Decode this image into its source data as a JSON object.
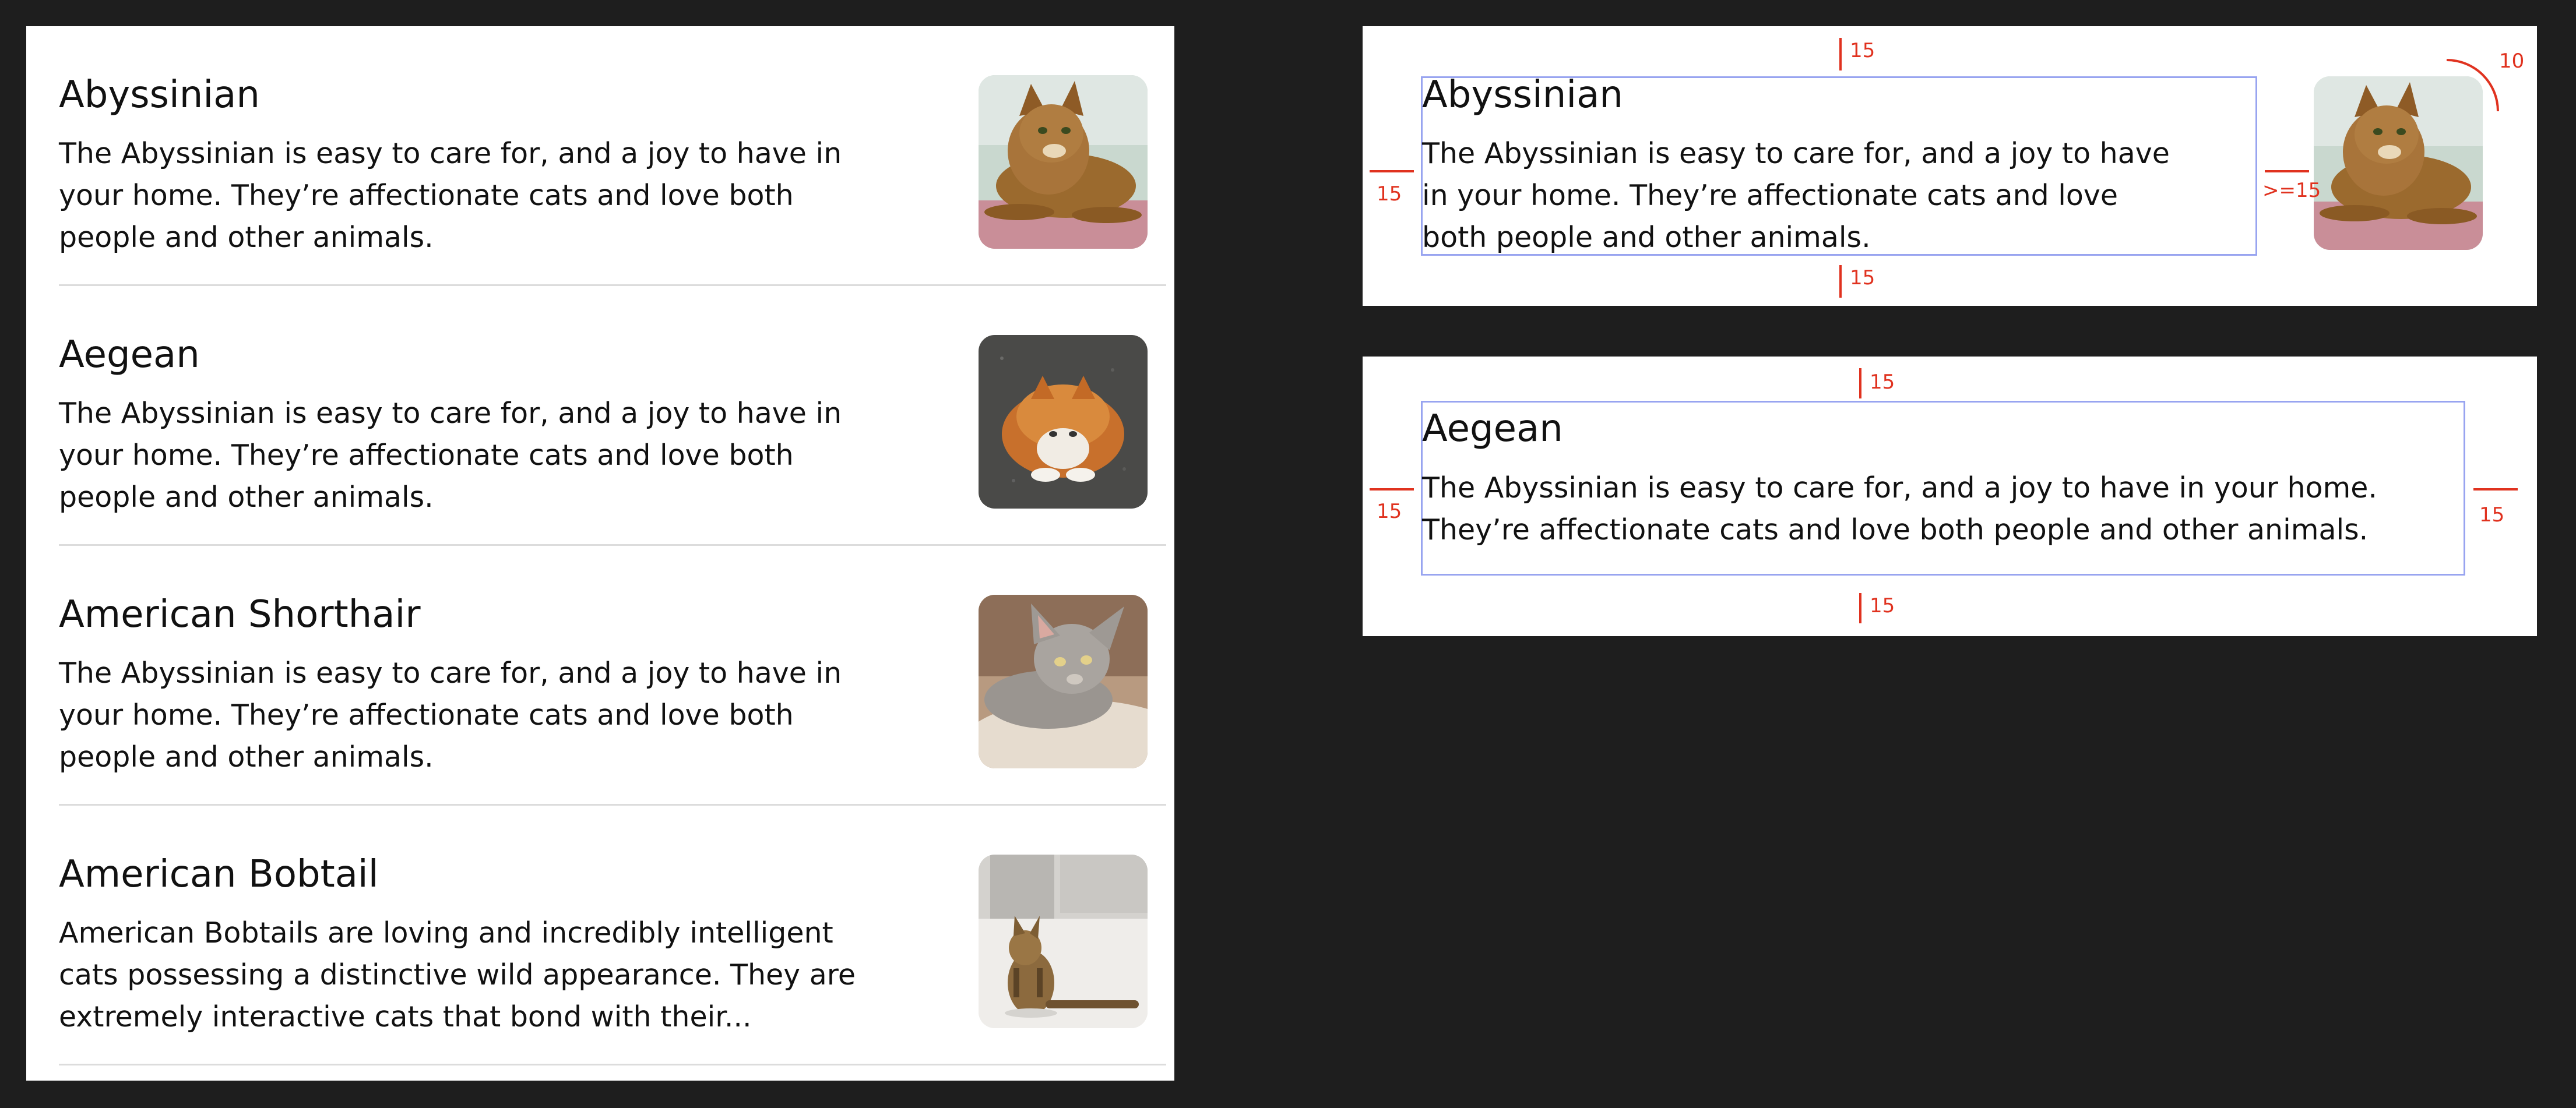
{
  "cats": [
    {
      "name": "Abyssinian",
      "description": "The Abyssinian is easy to care for, and a joy to have in your home. They’re affectionate cats and love both people and other animals.",
      "image_icon": "abyssinian-cat-photo"
    },
    {
      "name": "Aegean",
      "description": "The Abyssinian is easy to care for, and a joy to have in your home. They’re affectionate cats and love both people and other animals.",
      "image_icon": "aegean-cat-photo"
    },
    {
      "name": "American Shorthair",
      "description": "The Abyssinian is easy to care for, and a joy to have in your home. They’re affectionate cats and love both people and other animals.",
      "image_icon": "american-shorthair-cat-photo"
    },
    {
      "name": "American Bobtail",
      "description": "American Bobtails are loving and incredibly intelligent cats possessing a distinctive wild appearance. They are extremely interactive cats that bond with their...",
      "image_icon": "american-bobtail-cat-photo"
    }
  ],
  "spec_with_image": {
    "title": "Abyssinian",
    "description": "The Abyssinian is easy to care for, and a joy to have in your home. They’re affectionate cats and love both people and other animals.",
    "spacing_top": "15",
    "spacing_bottom": "15",
    "spacing_left": "15",
    "spacing_between": ">=15",
    "corner_radius": "10"
  },
  "spec_text_only": {
    "title": "Aegean",
    "description": "The Abyssinian is easy to care for, and a joy to have in your home. They’re affectionate cats and love both people and other animals.",
    "spacing_top": "15",
    "spacing_bottom": "15",
    "spacing_left": "15",
    "spacing_right": "15"
  },
  "colors": {
    "background": "#1e1e1e",
    "card": "#ffffff",
    "divider": "#dcdcdc",
    "annotation_red": "#e0321f",
    "bounds_blue": "#98a4f0"
  }
}
